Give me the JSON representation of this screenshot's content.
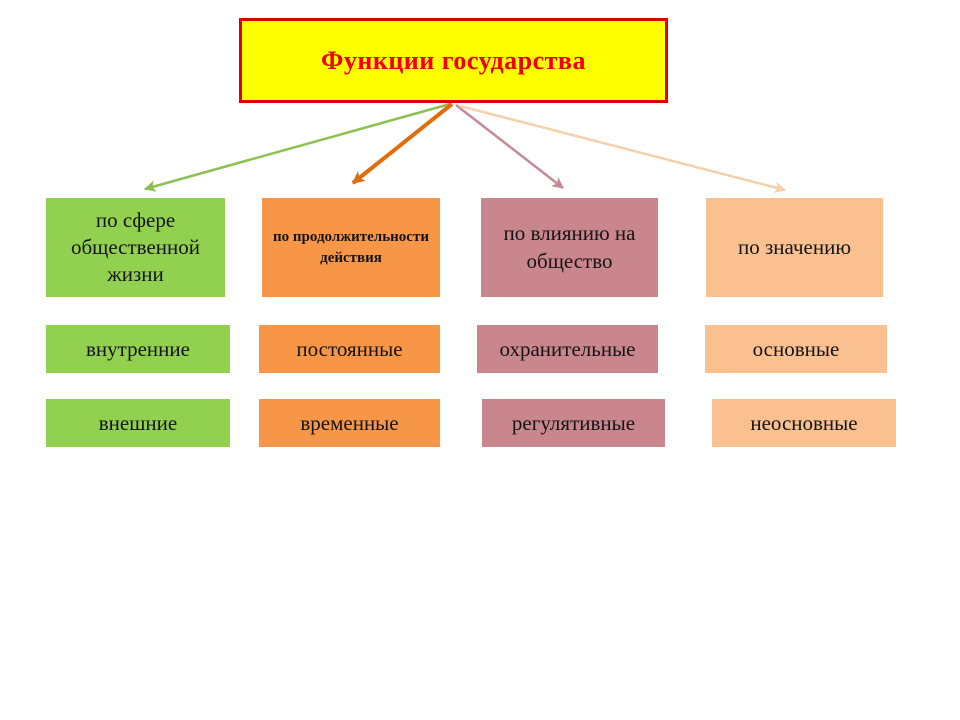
{
  "slide": {
    "background": "#FFFFFF",
    "title": {
      "text": "Функции государства",
      "fill": "#FFFF00",
      "border": "#DD0000",
      "text_color": "#EE0000"
    },
    "columns": [
      {
        "category": "по сфере общественной жизни",
        "items": [
          "внутренние",
          "внешние"
        ],
        "fill": "#92D050",
        "arrow_color": "#8CC152"
      },
      {
        "category": "по продолжительности действия",
        "items": [
          "постоянные",
          "временные"
        ],
        "fill": "#F79646",
        "arrow_color": "#E36C0A"
      },
      {
        "category": "по влиянию на общество",
        "items": [
          "охранительные",
          "регулятивные"
        ],
        "fill": "#C9868D",
        "arrow_color": "#C48B93"
      },
      {
        "category": "по значению",
        "items": [
          "основные",
          "неосновные"
        ],
        "fill": "#FAC090",
        "arrow_color": "#F5D0AA"
      }
    ]
  }
}
